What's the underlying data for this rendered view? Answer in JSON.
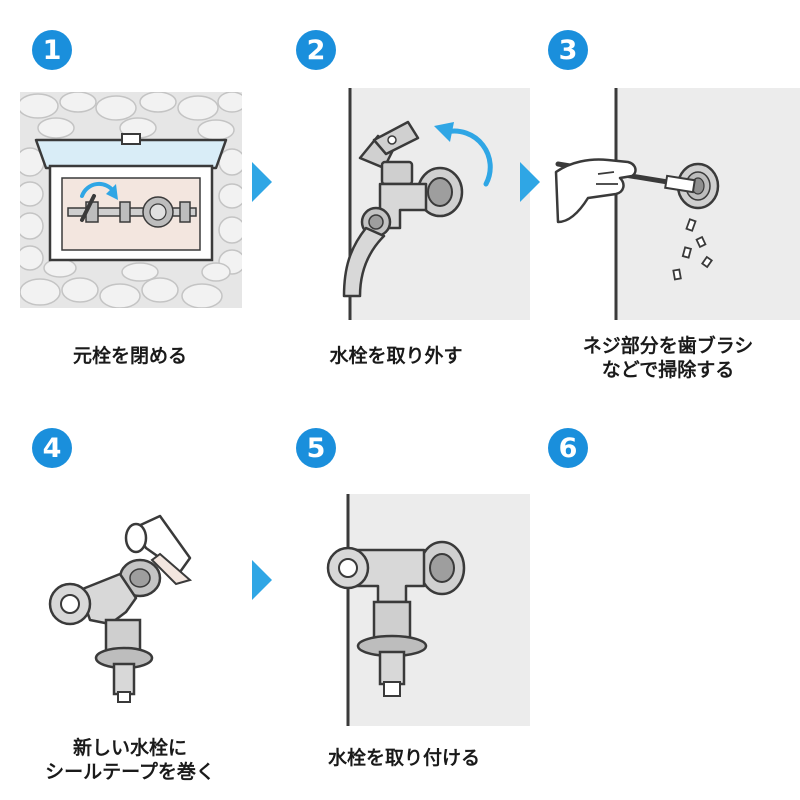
{
  "steps": [
    {
      "number": "1",
      "caption": "元栓を閉める"
    },
    {
      "number": "2",
      "caption": "水栓を取り外す"
    },
    {
      "number": "3",
      "caption": "ネジ部分を歯ブラシ\nなどで掃除する"
    },
    {
      "number": "4",
      "caption": "新しい水栓に\nシールテープを巻く"
    },
    {
      "number": "5",
      "caption": "水栓を取り付ける"
    },
    {
      "number": "6",
      "caption": ""
    }
  ],
  "colors": {
    "accent": "#1a8fdc",
    "arrow": "#2fa6e5",
    "wall": "#ececec",
    "outline": "#3a3a3a",
    "box_tint": "#d9edf7",
    "meter_bg": "#f3e6df"
  },
  "icons": [
    "shutoff-valve-box",
    "faucet-removal",
    "toothbrush-cleaning",
    "seal-tape-faucet",
    "faucet-installation"
  ]
}
